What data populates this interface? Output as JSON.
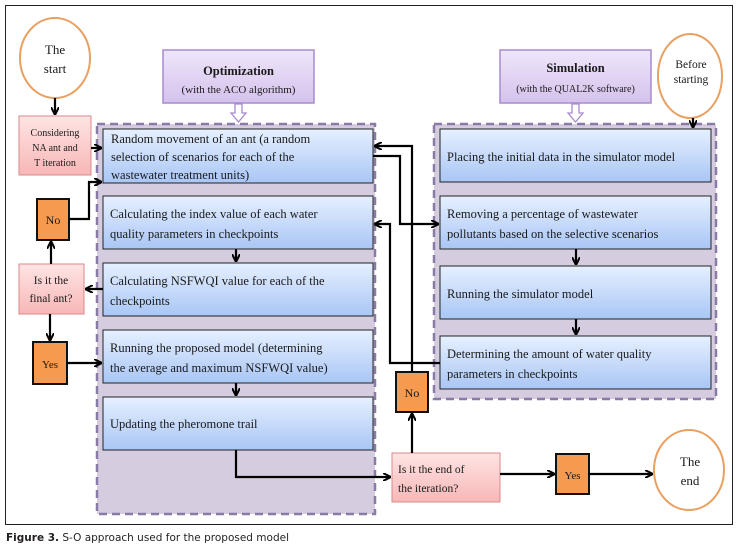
{
  "diagram": {
    "start": {
      "label_lines": [
        "The",
        "start"
      ]
    },
    "before_starting": {
      "label_lines": [
        "Before",
        "starting"
      ]
    },
    "end": {
      "label_lines": [
        "The",
        "end"
      ]
    },
    "considering": {
      "label_lines": [
        "Considering",
        "NA ant and",
        "T iteration"
      ]
    },
    "final_ant_question": {
      "label_lines": [
        "Is it the",
        "final ant?"
      ]
    },
    "end_iteration_question": {
      "label_lines": [
        "Is it the end  of",
        "the iteration?"
      ]
    },
    "no_left": {
      "label": "No"
    },
    "yes_left": {
      "label": "Yes"
    },
    "no_center": {
      "label": "No"
    },
    "yes_bottom": {
      "label": "Yes"
    },
    "optimization_header": {
      "title": "Optimization",
      "subtitle": "(with the ACO algorithm)"
    },
    "simulation_header": {
      "title": "Simulation",
      "subtitle": "(with the QUAL2K  software)"
    },
    "optimization_steps": [
      {
        "lines": [
          "Random  movement  of an  ant (a random",
          "selection  of scenarios  for  each  of the",
          "wastewater  treatment  units)"
        ]
      },
      {
        "lines": [
          "Calculating  the index value of each water",
          "quality  parameters  in checkpoints"
        ]
      },
      {
        "lines": [
          "Calculating  NSFWQI value  for each  of the",
          "checkpoints"
        ]
      },
      {
        "lines": [
          "Running  the  proposed  model  (determining",
          "the  average  and  maximum  NSFWQI  value)"
        ]
      },
      {
        "lines": [
          "Updating  the  pheromone  trail"
        ]
      }
    ],
    "simulation_steps": [
      {
        "lines": [
          "Placing  the  initial  data  in  the  simulator  model"
        ]
      },
      {
        "lines": [
          "Removing  a  percentage  of  wastewater",
          "pollutants  based  on  the  selective  scenarios"
        ]
      },
      {
        "lines": [
          "Running  the  simulator  model"
        ]
      },
      {
        "lines": [
          "Determining  the  amount  of  water  quality",
          "parameters  in  checkpoints"
        ]
      }
    ]
  },
  "caption": {
    "label": "Figure 3.",
    "text": " S-O approach used for the proposed model"
  },
  "colors": {
    "step_fill_top": "#e6f0ff",
    "step_fill_bottom": "#a9c6f5",
    "group_fill": "#d6cce0",
    "group_border": "#8a7aa6",
    "header_fill": "#e2d6f2",
    "header_border": "#9f7fc8",
    "decision_fill": "#fbd0d0",
    "decision_border": "#d98a8a",
    "yesno_fill": "#f59a4e",
    "circle_border": "#e9a060"
  }
}
